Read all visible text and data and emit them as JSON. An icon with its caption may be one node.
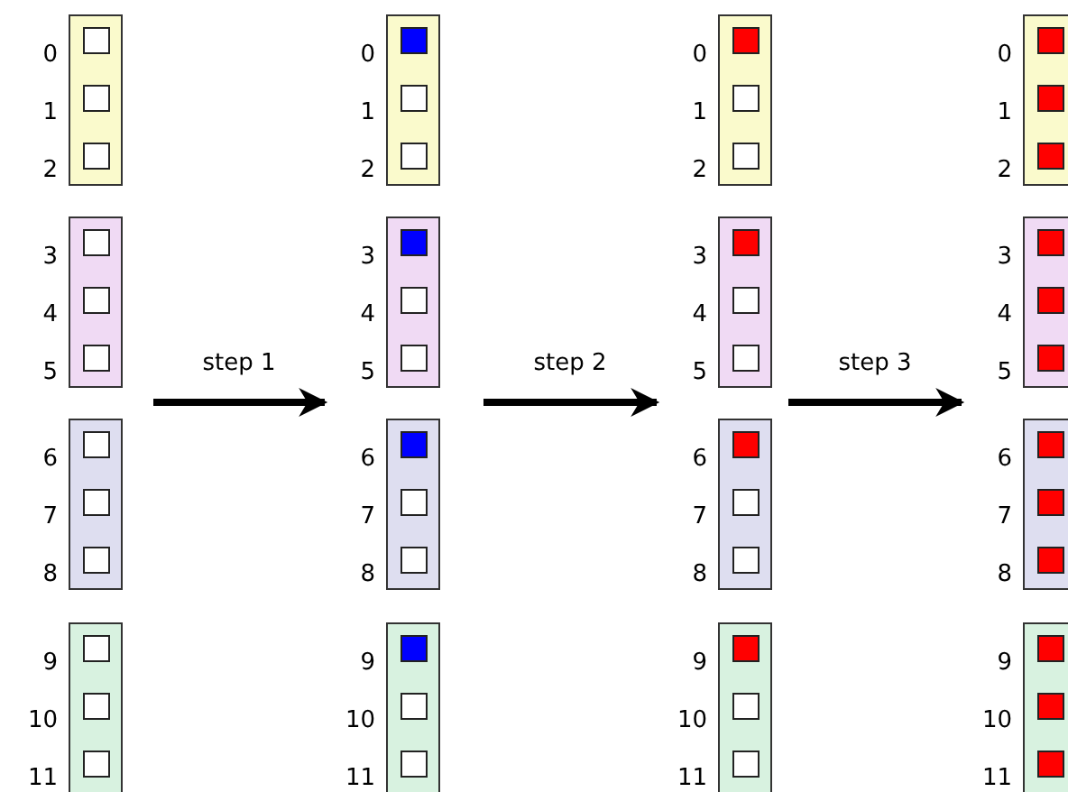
{
  "diagram": {
    "nodes": [
      {
        "text": [],
        "shape": "box"
      },
      {
        "text": [],
        "shape": "box",
        "in": 0,
        "beside": [
          "0"
        ]
      },
      {
        "text": [],
        "shape": "box",
        "in": 0,
        "beside": [
          "1"
        ]
      },
      {
        "text": [],
        "shape": "box",
        "in": 0,
        "beside": [
          "2"
        ]
      },
      {
        "text": [],
        "shape": "box"
      },
      {
        "text": [],
        "shape": "box",
        "in": 4,
        "beside": [
          "3"
        ]
      },
      {
        "text": [],
        "shape": "box",
        "in": 4,
        "beside": [
          "4"
        ]
      },
      {
        "text": [],
        "shape": "box",
        "in": 4,
        "beside": [
          "5"
        ]
      },
      {
        "text": [],
        "shape": "box"
      },
      {
        "text": [],
        "shape": "box",
        "in": 8,
        "beside": [
          "6"
        ]
      },
      {
        "text": [],
        "shape": "box",
        "in": 8,
        "beside": [
          "7"
        ]
      },
      {
        "text": [],
        "shape": "box",
        "in": 8,
        "beside": [
          "8"
        ]
      },
      {
        "text": [],
        "shape": "box"
      },
      {
        "text": [],
        "shape": "box",
        "in": 12,
        "beside": [
          "9"
        ]
      },
      {
        "text": [],
        "shape": "box",
        "in": 12,
        "beside": [
          "10"
        ]
      },
      {
        "text": [],
        "shape": "box",
        "in": 12,
        "beside": [
          "11"
        ]
      },
      {
        "text": [],
        "shape": "box"
      },
      {
        "text": [],
        "shape": "box",
        "in": 16,
        "beside": [
          "0"
        ]
      },
      {
        "text": [],
        "shape": "box",
        "in": 16,
        "beside": [
          "1"
        ]
      },
      {
        "text": [],
        "shape": "box",
        "in": 16,
        "beside": [
          "2"
        ]
      },
      {
        "text": [],
        "shape": "box"
      },
      {
        "text": [],
        "shape": "box",
        "in": 20,
        "beside": [
          "3"
        ]
      },
      {
        "text": [],
        "shape": "box",
        "in": 20,
        "beside": [
          "4"
        ]
      },
      {
        "text": [],
        "shape": "box",
        "in": 20,
        "beside": [
          "5"
        ]
      },
      {
        "text": [],
        "shape": "box"
      },
      {
        "text": [],
        "shape": "box",
        "in": 24,
        "beside": [
          "6"
        ]
      },
      {
        "text": [],
        "shape": "box",
        "in": 24,
        "beside": [
          "7"
        ]
      },
      {
        "text": [],
        "shape": "box",
        "in": 24,
        "beside": [
          "8"
        ]
      },
      {
        "text": [],
        "shape": "box"
      },
      {
        "text": [],
        "shape": "box",
        "in": 28,
        "beside": [
          "9"
        ]
      },
      {
        "text": [],
        "shape": "box",
        "in": 28,
        "beside": [
          "10"
        ]
      },
      {
        "text": [],
        "shape": "box",
        "in": 28,
        "beside": [
          "11"
        ]
      },
      {
        "text": [],
        "shape": "box"
      },
      {
        "text": [],
        "shape": "box",
        "in": 32,
        "beside": [
          "0"
        ]
      },
      {
        "text": [],
        "shape": "box",
        "in": 32,
        "beside": [
          "1"
        ]
      },
      {
        "text": [],
        "shape": "box",
        "in": 32,
        "beside": [
          "2"
        ]
      },
      {
        "text": [],
        "shape": "box"
      },
      {
        "text": [],
        "shape": "box",
        "in": 36,
        "beside": [
          "3"
        ]
      },
      {
        "text": [],
        "shape": "box",
        "in": 36,
        "beside": [
          "4"
        ]
      },
      {
        "text": [],
        "shape": "box",
        "in": 36,
        "beside": [
          "5"
        ]
      },
      {
        "text": [],
        "shape": "box"
      },
      {
        "text": [],
        "shape": "box",
        "in": 40,
        "beside": [
          "6"
        ]
      },
      {
        "text": [],
        "shape": "box",
        "in": 40,
        "beside": [
          "7"
        ]
      },
      {
        "text": [],
        "shape": "box",
        "in": 40,
        "beside": [
          "8"
        ]
      },
      {
        "text": [],
        "shape": "box"
      },
      {
        "text": [],
        "shape": "box",
        "in": 44,
        "beside": [
          "9"
        ]
      },
      {
        "text": [],
        "shape": "box",
        "in": 44,
        "beside": [
          "10"
        ]
      },
      {
        "text": [],
        "shape": "box",
        "in": 44,
        "beside": [
          "11"
        ]
      },
      {
        "text": [],
        "shape": "box"
      },
      {
        "text": [],
        "shape": "box",
        "in": 48,
        "beside": [
          "0"
        ]
      },
      {
        "text": [],
        "shape": "box",
        "in": 48,
        "beside": [
          "1"
        ]
      },
      {
        "text": [],
        "shape": "box",
        "in": 48,
        "beside": [
          "2"
        ]
      },
      {
        "text": [],
        "shape": "box"
      },
      {
        "text": [],
        "shape": "box",
        "in": 52,
        "beside": [
          "3"
        ]
      },
      {
        "text": [],
        "shape": "box",
        "in": 52,
        "beside": [
          "4"
        ]
      },
      {
        "text": [],
        "shape": "box",
        "in": 52,
        "beside": [
          "5"
        ]
      },
      {
        "text": [],
        "shape": "box"
      },
      {
        "text": [],
        "shape": "box",
        "in": 56,
        "beside": [
          "6"
        ]
      },
      {
        "text": [],
        "shape": "box",
        "in": 56,
        "beside": [
          "7"
        ]
      },
      {
        "text": [],
        "shape": "box",
        "in": 56,
        "beside": [
          "8"
        ]
      },
      {
        "text": [],
        "shape": "box"
      },
      {
        "text": [],
        "shape": "box",
        "in": 60,
        "beside": [
          "9"
        ]
      },
      {
        "text": [],
        "shape": "box",
        "in": 60,
        "beside": [
          "10"
        ]
      },
      {
        "text": [],
        "shape": "box",
        "in": 60,
        "beside": [
          "11"
        ]
      }
    ],
    "edges": [
      {
        "from": null,
        "to": 20,
        "arrow": "to",
        "label": "step 1"
      },
      {
        "from": null,
        "to": 36,
        "arrow": "to",
        "label": "step 2"
      },
      {
        "from": null,
        "to": 52,
        "arrow": "to",
        "label": "step 3"
      }
    ]
  }
}
